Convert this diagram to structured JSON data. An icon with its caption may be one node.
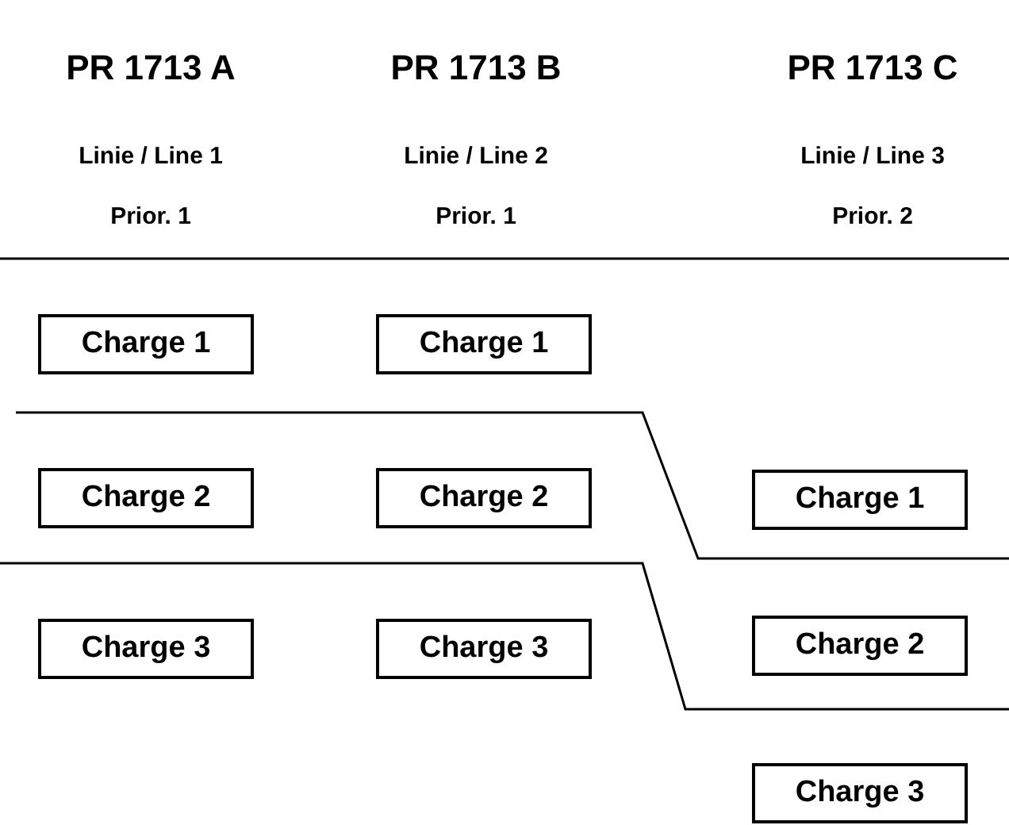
{
  "diagram": {
    "nodes": [
      {
        "text": [
          "Charge 1"
        ]
      },
      {
        "text": [
          "Charge 1"
        ]
      },
      {
        "text": [
          "Charge 2"
        ]
      },
      {
        "text": [
          "Charge 2"
        ]
      },
      {
        "text": [
          "Charge 1"
        ]
      },
      {
        "text": [
          "Charge 3"
        ]
      },
      {
        "text": [
          "Charge 3"
        ]
      },
      {
        "text": [
          "Charge 2"
        ]
      },
      {
        "text": [
          "Charge 3"
        ]
      }
    ],
    "labels": [
      "PR 1713 A",
      "PR 1713 B",
      "PR 1713 C",
      "Linie / Line 1",
      "Linie / Line 2",
      "Linie / Line 3",
      "Prior. 1",
      "Prior. 1",
      "Prior. 2"
    ]
  }
}
